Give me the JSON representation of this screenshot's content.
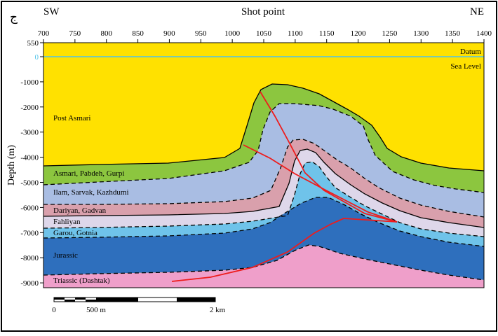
{
  "panel_label": "ج",
  "top_axis": {
    "left_dir": "SW",
    "title": "Shot point",
    "right_dir": "NE",
    "ticks": [
      "700",
      "750",
      "800",
      "850",
      "900",
      "950",
      "1000",
      "1050",
      "1100",
      "1150",
      "1200",
      "1250",
      "1300",
      "1350",
      "1400"
    ]
  },
  "left_axis": {
    "title": "Depth (m)",
    "ticks": [
      "550",
      "0",
      "-1000",
      "-2000",
      "-3000",
      "-4000",
      "-5000",
      "-6000",
      "-7000",
      "-8000",
      "-9000"
    ]
  },
  "reference_lines": {
    "datum": "Datum",
    "sea_level": "Sea Level"
  },
  "formations": [
    {
      "name": "Post Asmari",
      "color": "#ffe100"
    },
    {
      "name": "Asmari, Pabdeh, Gurpi",
      "color": "#8cc63f"
    },
    {
      "name": "Ilam, Sarvak, Kazhdumi",
      "color": "#a9bde3"
    },
    {
      "name": "Dariyan, Gadvan",
      "color": "#d9a0ac"
    },
    {
      "name": "Fahliyan",
      "color": "#ded7ea"
    },
    {
      "name": "Garou, Gotnia",
      "color": "#6fc3ea"
    },
    {
      "name": "Jurassic",
      "color": "#2e6fbd"
    },
    {
      "name": "Triassic (Dashtak)",
      "color": "#ef9fca"
    }
  ],
  "colors": {
    "fault": "#ee1c1c",
    "datum_line": "#4fc3e9",
    "frame": "#000000"
  },
  "scale_bar": {
    "zero": "0",
    "mid": "500 m",
    "end": "2 km"
  }
}
